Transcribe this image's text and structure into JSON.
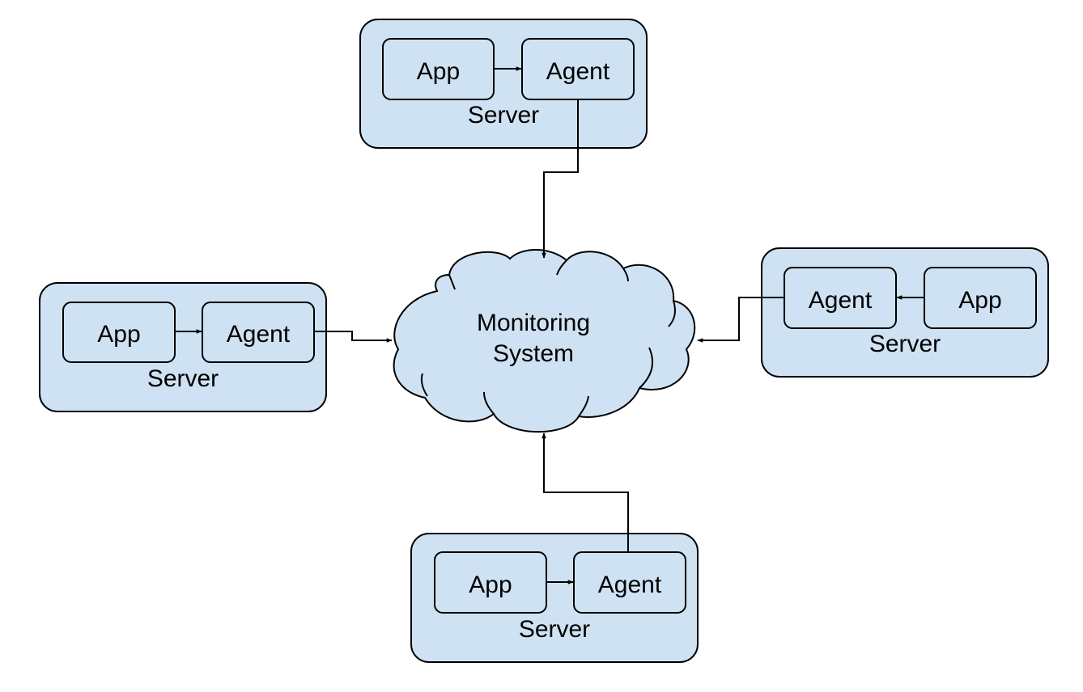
{
  "diagram": {
    "center": {
      "line1": "Monitoring",
      "line2": "System"
    },
    "servers": [
      {
        "id": "top",
        "server_label": "Server",
        "app_label": "App",
        "agent_label": "Agent"
      },
      {
        "id": "left",
        "server_label": "Server",
        "app_label": "App",
        "agent_label": "Agent"
      },
      {
        "id": "right",
        "server_label": "Server",
        "app_label": "App",
        "agent_label": "Agent"
      },
      {
        "id": "bottom",
        "server_label": "Server",
        "app_label": "App",
        "agent_label": "Agent"
      }
    ],
    "colors": {
      "box_fill": "#cfe2f3",
      "stroke": "#000000"
    }
  }
}
